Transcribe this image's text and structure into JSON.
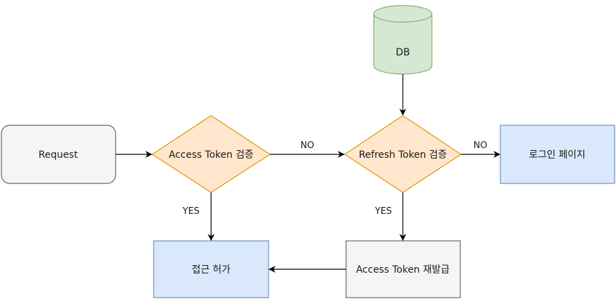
{
  "nodes": {
    "db": "DB",
    "request": "Request",
    "access_check": "Access Token 검증",
    "refresh_check": "Refresh Token 검증",
    "login_page": "로그인 페이지",
    "access_granted": "접근 허가",
    "reissue": "Access Token 재발급"
  },
  "edges": {
    "access_no": "NO",
    "access_yes": "YES",
    "refresh_no": "NO",
    "refresh_yes": "YES"
  },
  "colors": {
    "db_fill": "#d5e8d4",
    "db_stroke": "#82b366",
    "request_fill": "#f5f5f5",
    "request_stroke": "#666666",
    "decision_fill": "#ffe6cc",
    "decision_stroke": "#d79b00",
    "blue_fill": "#dae8fc",
    "blue_stroke": "#6c8ebf",
    "gray_fill": "#f5f5f5",
    "gray_stroke": "#666666",
    "arrow": "#000000"
  }
}
